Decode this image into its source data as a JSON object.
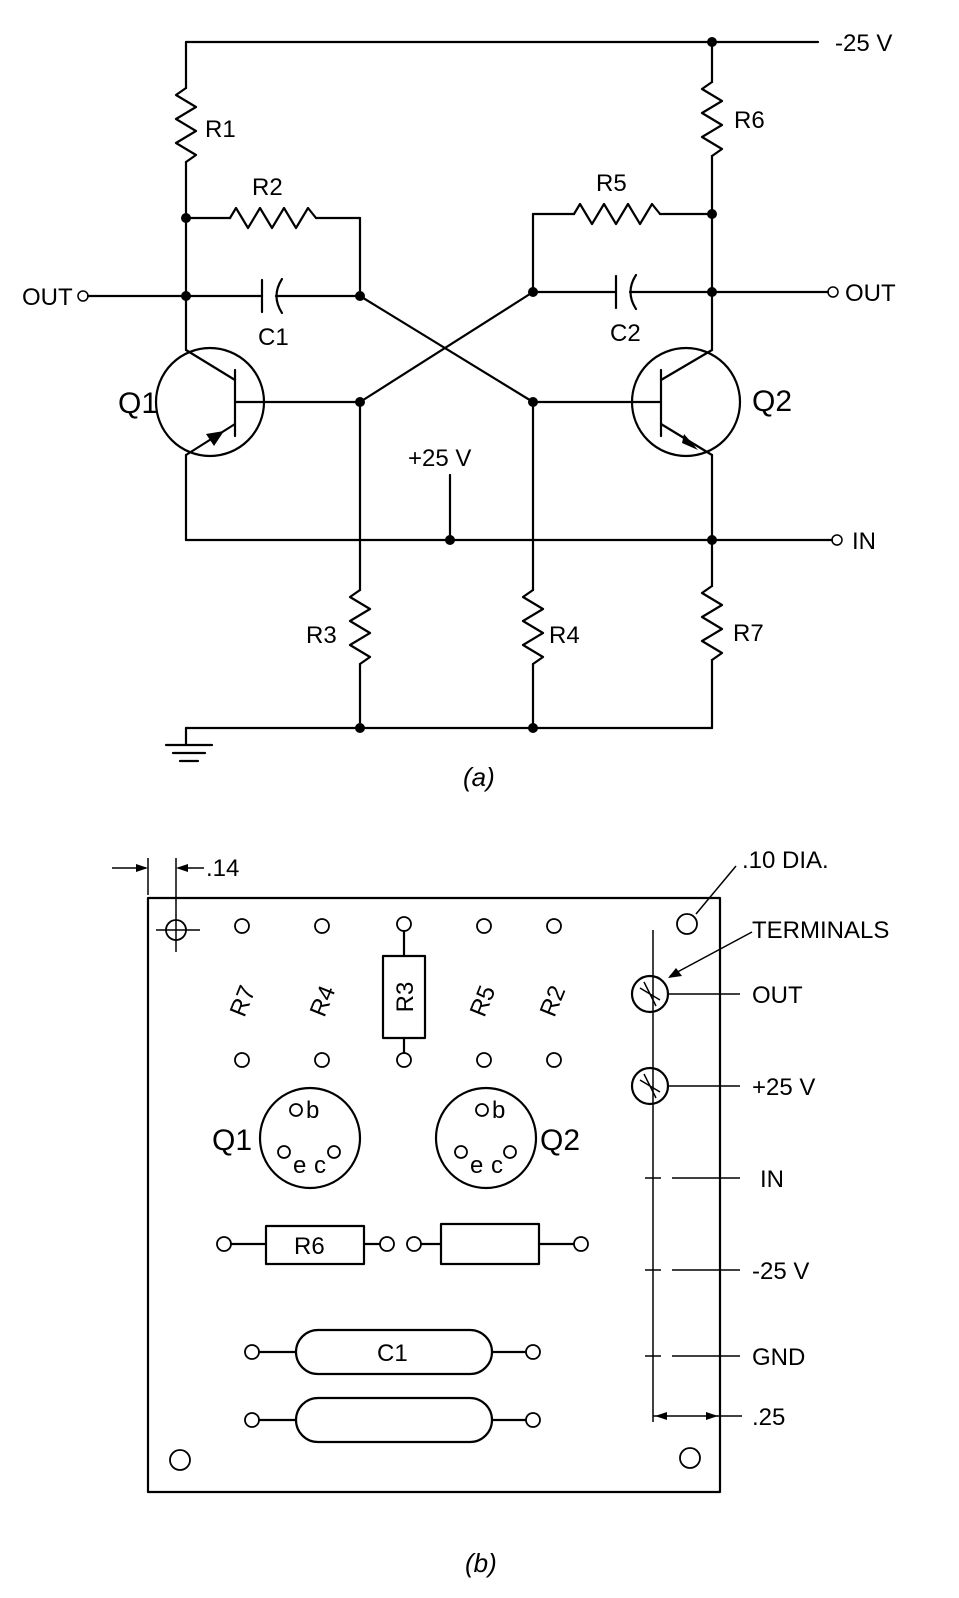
{
  "schematic": {
    "supply_neg": "-25 V",
    "supply_pos": "+25 V",
    "out_left": "OUT",
    "out_right": "OUT",
    "input": "IN",
    "resistors": [
      "R1",
      "R2",
      "R3",
      "R4",
      "R5",
      "R6",
      "R7"
    ],
    "capacitors": [
      "C1",
      "C2"
    ],
    "transistors": [
      "Q1",
      "Q2"
    ],
    "caption": "(a)"
  },
  "board": {
    "dim_edge": ".14",
    "dim_hole": ".10 DIA.",
    "dim_terminal": ".25",
    "terminals_label": "TERMINALS",
    "terminals": [
      "OUT",
      "+25 V",
      "IN",
      "-25 V",
      "GND"
    ],
    "rotated_labels": [
      "R7",
      "R4",
      "R5",
      "R2"
    ],
    "r3_label": "R3",
    "r6_label": "R6",
    "c1_label": "C1",
    "q1_label": "Q1",
    "q2_label": "Q2",
    "pin_b": "b",
    "pin_e": "e",
    "pin_c": "c",
    "caption": "(b)"
  }
}
